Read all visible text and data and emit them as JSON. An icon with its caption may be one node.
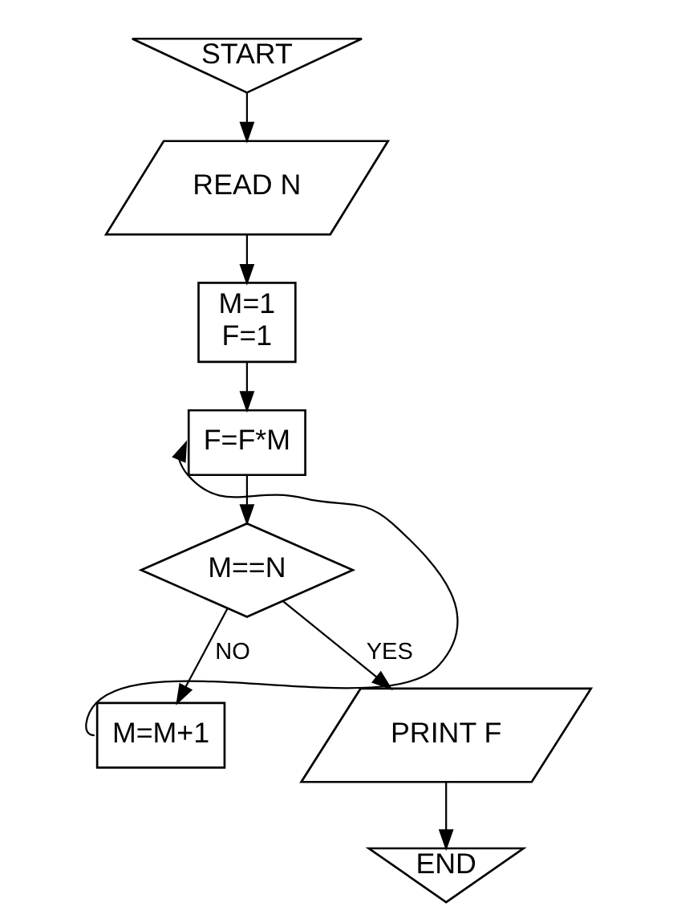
{
  "diagram": {
    "nodes": [
      {
        "text": [
          "START"
        ]
      },
      {
        "text": [
          "READ N"
        ]
      },
      {
        "text": [
          "M=1",
          "F=1"
        ]
      },
      {
        "text": [
          "F=F*M"
        ]
      },
      {
        "text": [
          "M==N"
        ]
      },
      {
        "text": [
          "M=M+1"
        ]
      },
      {
        "text": [
          "PRINT F"
        ]
      },
      {
        "text": [
          "END"
        ]
      }
    ],
    "edges": [
      {
        "from": 0,
        "to": 1,
        "arrow": "to"
      },
      {
        "from": 1,
        "to": 2,
        "arrow": "to"
      },
      {
        "from": 2,
        "to": 3,
        "arrow": "to"
      },
      {
        "from": 3,
        "to": 4,
        "arrow": "to"
      },
      {
        "from": 4,
        "to": 5,
        "arrow": "to",
        "label": "NO"
      },
      {
        "from": 4,
        "to": 6,
        "arrow": "to",
        "label": "YES"
      },
      {
        "from": 5,
        "to": 3,
        "arrow": "to"
      },
      {
        "from": 6,
        "to": 7,
        "arrow": "to"
      }
    ]
  }
}
